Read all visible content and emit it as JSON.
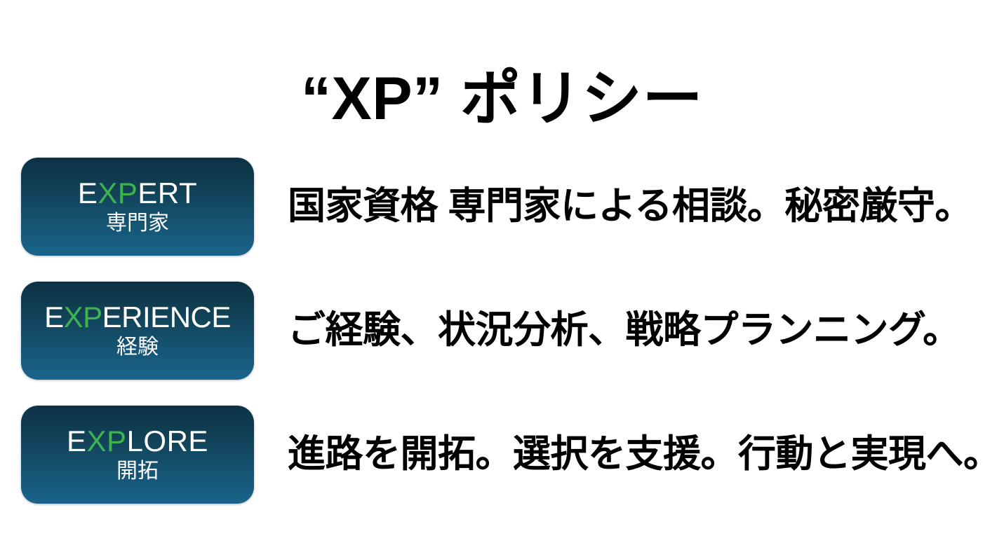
{
  "slide": {
    "title": "“XP” ポリシー",
    "background_color": "#ffffff",
    "text_color": "#000000",
    "accent_green": "#3fb34f",
    "badge_gradient_top": "#0c3144",
    "badge_gradient_bottom": "#1a648c"
  },
  "rows": [
    {
      "badge": {
        "word_prefix": "E",
        "word_highlight": "XP",
        "word_suffix": "ERT",
        "word_full": "EXPERT",
        "sub": "専門家"
      },
      "description": "国家資格 専門家による相談。秘密厳守。"
    },
    {
      "badge": {
        "word_prefix": "E",
        "word_highlight": "XP",
        "word_suffix": "ERIENCE",
        "word_full": "EXPERIENCE",
        "sub": "経験"
      },
      "description": "ご経験、状況分析、戦略プランニング。"
    },
    {
      "badge": {
        "word_prefix": "E",
        "word_highlight": "XP",
        "word_suffix": "LORE",
        "word_full": "EXPLORE",
        "sub": "開拓"
      },
      "description": "進路を開拓。選択を支援。行動と実現へ。"
    }
  ]
}
